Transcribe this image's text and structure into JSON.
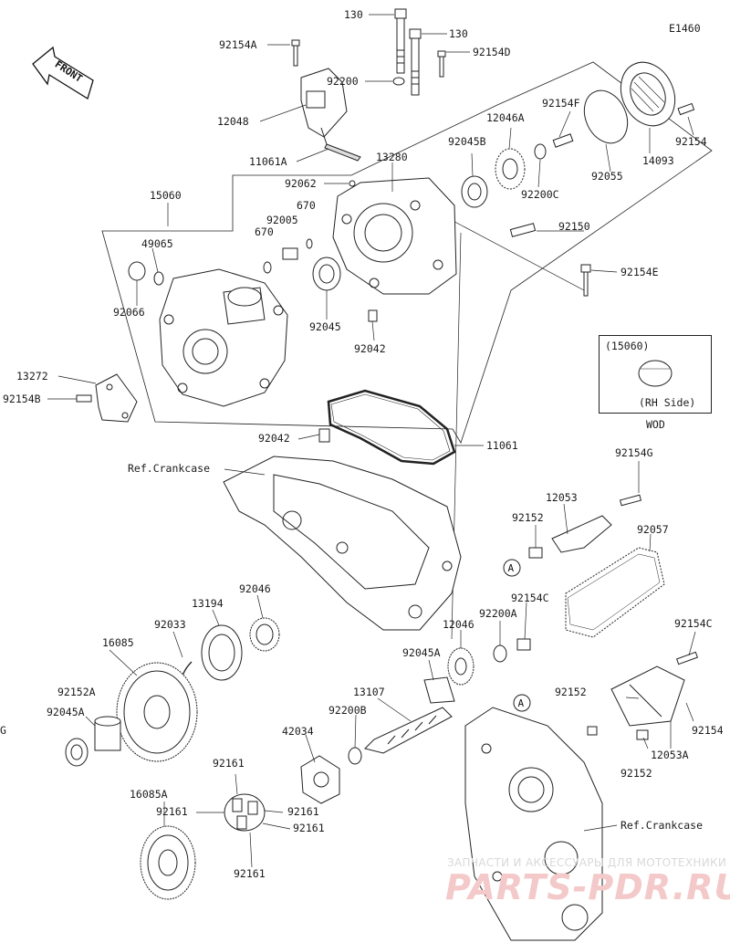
{
  "diagram_code": "E1460",
  "front_label": "FRONT",
  "wod_box": {
    "ref": "(15060)",
    "side": "(RH Side)",
    "tag": "WOD"
  },
  "callouts": [
    {
      "id": "130-top",
      "text": "130"
    },
    {
      "id": "130-right",
      "text": "130"
    },
    {
      "id": "92154A",
      "text": "92154A"
    },
    {
      "id": "92154D",
      "text": "92154D"
    },
    {
      "id": "92200",
      "text": "92200"
    },
    {
      "id": "12048",
      "text": "12048"
    },
    {
      "id": "12046A",
      "text": "12046A"
    },
    {
      "id": "92154F",
      "text": "92154F"
    },
    {
      "id": "92154-tr",
      "text": "92154"
    },
    {
      "id": "92045B",
      "text": "92045B"
    },
    {
      "id": "11061A",
      "text": "11061A"
    },
    {
      "id": "13280",
      "text": "13280"
    },
    {
      "id": "92055",
      "text": "92055"
    },
    {
      "id": "14093",
      "text": "14093"
    },
    {
      "id": "92200C",
      "text": "92200C"
    },
    {
      "id": "92062",
      "text": "92062"
    },
    {
      "id": "15060",
      "text": "15060"
    },
    {
      "id": "670-a",
      "text": "670"
    },
    {
      "id": "92005",
      "text": "92005"
    },
    {
      "id": "92150",
      "text": "92150"
    },
    {
      "id": "670-b",
      "text": "670"
    },
    {
      "id": "49065",
      "text": "49065"
    },
    {
      "id": "92154E",
      "text": "92154E"
    },
    {
      "id": "92066",
      "text": "92066"
    },
    {
      "id": "92045",
      "text": "92045"
    },
    {
      "id": "92042-a",
      "text": "92042"
    },
    {
      "id": "13272",
      "text": "13272"
    },
    {
      "id": "92154B",
      "text": "92154B"
    },
    {
      "id": "92042-b",
      "text": "92042"
    },
    {
      "id": "11061",
      "text": "11061"
    },
    {
      "id": "92154G",
      "text": "92154G"
    },
    {
      "id": "ref-crankcase-1",
      "text": "Ref.Crankcase"
    },
    {
      "id": "12053",
      "text": "12053"
    },
    {
      "id": "92152-a",
      "text": "92152"
    },
    {
      "id": "92057",
      "text": "92057"
    },
    {
      "id": "13194",
      "text": "13194"
    },
    {
      "id": "92046",
      "text": "92046"
    },
    {
      "id": "92154C-a",
      "text": "92154C"
    },
    {
      "id": "92033",
      "text": "92033"
    },
    {
      "id": "92200A",
      "text": "92200A"
    },
    {
      "id": "16085",
      "text": "16085"
    },
    {
      "id": "12046",
      "text": "12046"
    },
    {
      "id": "92154C-b",
      "text": "92154C"
    },
    {
      "id": "92045A-a",
      "text": "92045A"
    },
    {
      "id": "92152A",
      "text": "92152A"
    },
    {
      "id": "13107",
      "text": "13107"
    },
    {
      "id": "92152-b",
      "text": "92152"
    },
    {
      "id": "92045A-b",
      "text": "92045A"
    },
    {
      "id": "92200B",
      "text": "92200B"
    },
    {
      "id": "92154-r",
      "text": "92154"
    },
    {
      "id": "42034",
      "text": "42034"
    },
    {
      "id": "12053A",
      "text": "12053A"
    },
    {
      "id": "92161-a",
      "text": "92161"
    },
    {
      "id": "92152-c",
      "text": "92152"
    },
    {
      "id": "16085A",
      "text": "16085A"
    },
    {
      "id": "92161-b",
      "text": "92161"
    },
    {
      "id": "92161-c",
      "text": "92161"
    },
    {
      "id": "92161-d",
      "text": "92161"
    },
    {
      "id": "ref-crankcase-2",
      "text": "Ref.Crankcase"
    },
    {
      "id": "92161-e",
      "text": "92161"
    },
    {
      "id": "edge-g",
      "text": "G"
    }
  ],
  "markers": [
    {
      "id": "A-upper",
      "text": "A"
    },
    {
      "id": "A-lower",
      "text": "A"
    }
  ],
  "watermark": {
    "caption": "ЗАПЧАСТИ И АКСЕССУАРЫ ДЛЯ МОТОТЕХНИКИ",
    "brand": "PARTS-PDR.RU"
  }
}
